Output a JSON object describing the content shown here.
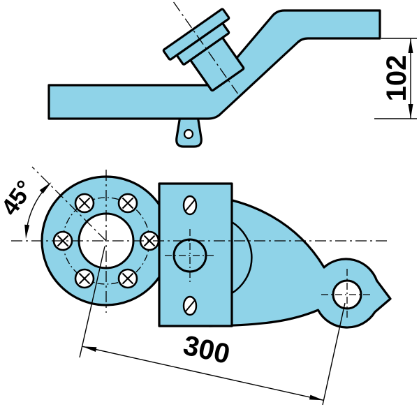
{
  "dimensions": {
    "height": "102",
    "angle": "45°",
    "length": "300"
  },
  "colors": {
    "body_fill": "#8FD3E8",
    "outline": "#000000",
    "background": "#FFFFFF"
  }
}
